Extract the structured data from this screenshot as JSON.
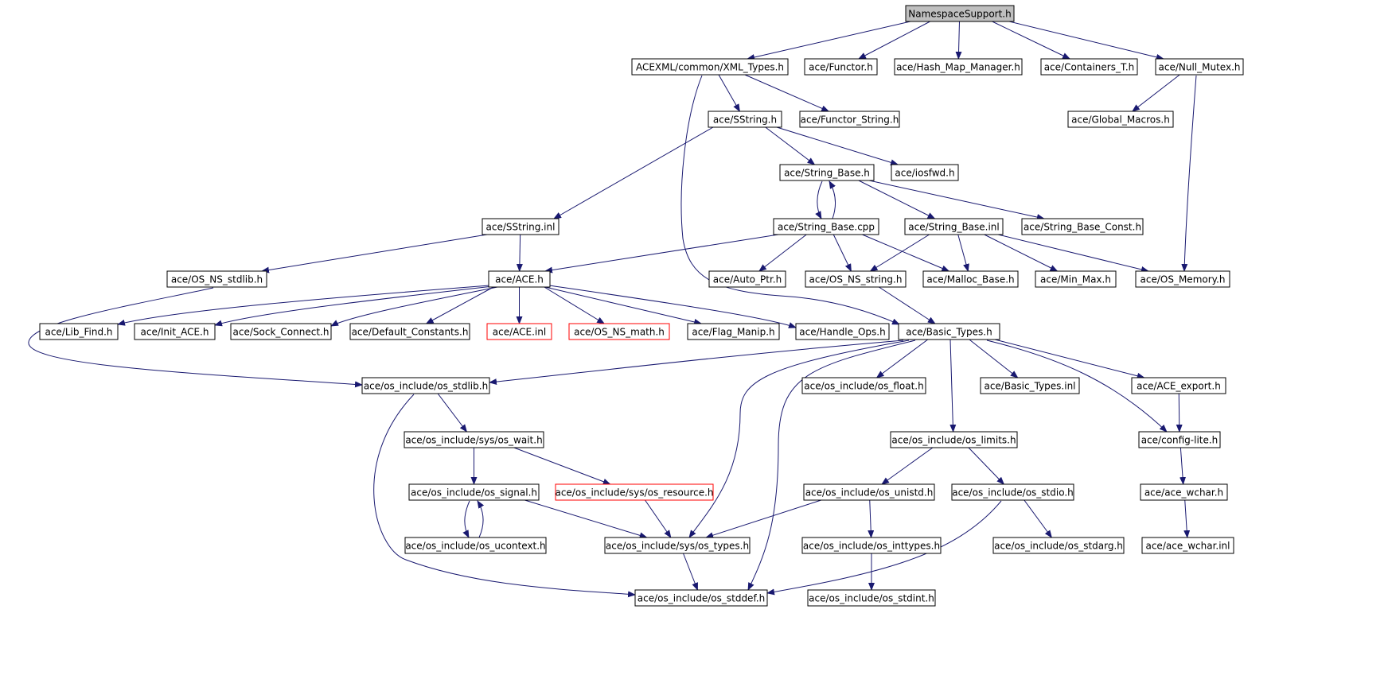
{
  "diagram": {
    "type": "include-dependency-graph",
    "colors": {
      "edge": "#191970",
      "root_fill": "#bfbfbf",
      "node_border": "#000000",
      "missing_border": "#ff0000"
    },
    "nodes": [
      {
        "id": "n_root",
        "label": "NamespaceSupport.h",
        "kind": "root"
      },
      {
        "id": "n_xmltypes",
        "label": "ACEXML/common/XML_Types.h"
      },
      {
        "id": "n_functor",
        "label": "ace/Functor.h"
      },
      {
        "id": "n_hashmap",
        "label": "ace/Hash_Map_Manager.h"
      },
      {
        "id": "n_containers",
        "label": "ace/Containers_T.h"
      },
      {
        "id": "n_nullmutex",
        "label": "ace/Null_Mutex.h"
      },
      {
        "id": "n_sstring",
        "label": "ace/SString.h"
      },
      {
        "id": "n_functorstr",
        "label": "ace/Functor_String.h"
      },
      {
        "id": "n_globalmacros",
        "label": "ace/Global_Macros.h"
      },
      {
        "id": "n_strbase",
        "label": "ace/String_Base.h"
      },
      {
        "id": "n_iosfwd",
        "label": "ace/iosfwd.h"
      },
      {
        "id": "n_sstringinl",
        "label": "ace/SString.inl"
      },
      {
        "id": "n_strbasecpp",
        "label": "ace/String_Base.cpp"
      },
      {
        "id": "n_strbaseinl",
        "label": "ace/String_Base.inl"
      },
      {
        "id": "n_strbaseconst",
        "label": "ace/String_Base_Const.h"
      },
      {
        "id": "n_osnsstdlib",
        "label": "ace/OS_NS_stdlib.h"
      },
      {
        "id": "n_ace",
        "label": "ace/ACE.h"
      },
      {
        "id": "n_autoptr",
        "label": "ace/Auto_Ptr.h"
      },
      {
        "id": "n_osnsstring",
        "label": "ace/OS_NS_string.h"
      },
      {
        "id": "n_mallocbase",
        "label": "ace/Malloc_Base.h"
      },
      {
        "id": "n_minmax",
        "label": "ace/Min_Max.h"
      },
      {
        "id": "n_osmemory",
        "label": "ace/OS_Memory.h"
      },
      {
        "id": "n_libfind",
        "label": "ace/Lib_Find.h"
      },
      {
        "id": "n_initace",
        "label": "ace/Init_ACE.h"
      },
      {
        "id": "n_sockconnect",
        "label": "ace/Sock_Connect.h"
      },
      {
        "id": "n_defconst",
        "label": "ace/Default_Constants.h"
      },
      {
        "id": "n_aceinl",
        "label": "ace/ACE.inl",
        "kind": "missing"
      },
      {
        "id": "n_osnsmath",
        "label": "ace/OS_NS_math.h",
        "kind": "missing"
      },
      {
        "id": "n_flagmanip",
        "label": "ace/Flag_Manip.h"
      },
      {
        "id": "n_handleops",
        "label": "ace/Handle_Ops.h"
      },
      {
        "id": "n_basictypes",
        "label": "ace/Basic_Types.h"
      },
      {
        "id": "n_osstdlib",
        "label": "ace/os_include/os_stdlib.h"
      },
      {
        "id": "n_osfloat",
        "label": "ace/os_include/os_float.h"
      },
      {
        "id": "n_basictypesinl",
        "label": "ace/Basic_Types.inl"
      },
      {
        "id": "n_aceexport",
        "label": "ace/ACE_export.h"
      },
      {
        "id": "n_oswait",
        "label": "ace/os_include/sys/os_wait.h"
      },
      {
        "id": "n_oslimits",
        "label": "ace/os_include/os_limits.h"
      },
      {
        "id": "n_configlite",
        "label": "ace/config-lite.h"
      },
      {
        "id": "n_ossignal",
        "label": "ace/os_include/os_signal.h"
      },
      {
        "id": "n_osresource",
        "label": "ace/os_include/sys/os_resource.h",
        "kind": "missing"
      },
      {
        "id": "n_osunistd",
        "label": "ace/os_include/os_unistd.h"
      },
      {
        "id": "n_osstdio",
        "label": "ace/os_include/os_stdio.h"
      },
      {
        "id": "n_acewchar",
        "label": "ace/ace_wchar.h"
      },
      {
        "id": "n_osucontext",
        "label": "ace/os_include/os_ucontext.h"
      },
      {
        "id": "n_ostypes",
        "label": "ace/os_include/sys/os_types.h"
      },
      {
        "id": "n_osinttypes",
        "label": "ace/os_include/os_inttypes.h"
      },
      {
        "id": "n_osstdarg",
        "label": "ace/os_include/os_stdarg.h"
      },
      {
        "id": "n_acewcharinl",
        "label": "ace/ace_wchar.inl"
      },
      {
        "id": "n_osstddef",
        "label": "ace/os_include/os_stddef.h"
      },
      {
        "id": "n_osstdint",
        "label": "ace/os_include/os_stdint.h"
      }
    ],
    "edges": [
      [
        "n_root",
        "n_xmltypes"
      ],
      [
        "n_root",
        "n_functor"
      ],
      [
        "n_root",
        "n_hashmap"
      ],
      [
        "n_root",
        "n_containers"
      ],
      [
        "n_root",
        "n_nullmutex"
      ],
      [
        "n_xmltypes",
        "n_sstring"
      ],
      [
        "n_xmltypes",
        "n_functorstr"
      ],
      [
        "n_xmltypes",
        "n_basictypes"
      ],
      [
        "n_nullmutex",
        "n_globalmacros"
      ],
      [
        "n_nullmutex",
        "n_osmemory"
      ],
      [
        "n_sstring",
        "n_sstringinl"
      ],
      [
        "n_sstring",
        "n_strbase"
      ],
      [
        "n_sstring",
        "n_iosfwd"
      ],
      [
        "n_strbase",
        "n_strbasecpp"
      ],
      [
        "n_strbasecpp",
        "n_strbase"
      ],
      [
        "n_strbase",
        "n_strbaseinl"
      ],
      [
        "n_strbase",
        "n_strbaseconst"
      ],
      [
        "n_sstringinl",
        "n_osnsstdlib"
      ],
      [
        "n_sstringinl",
        "n_ace"
      ],
      [
        "n_strbasecpp",
        "n_ace"
      ],
      [
        "n_strbasecpp",
        "n_autoptr"
      ],
      [
        "n_strbasecpp",
        "n_osnsstring"
      ],
      [
        "n_strbasecpp",
        "n_mallocbase"
      ],
      [
        "n_strbaseinl",
        "n_osnsstring"
      ],
      [
        "n_strbaseinl",
        "n_mallocbase"
      ],
      [
        "n_strbaseinl",
        "n_minmax"
      ],
      [
        "n_strbaseinl",
        "n_osmemory"
      ],
      [
        "n_osnsstdlib",
        "n_osstdlib"
      ],
      [
        "n_ace",
        "n_libfind"
      ],
      [
        "n_ace",
        "n_initace"
      ],
      [
        "n_ace",
        "n_sockconnect"
      ],
      [
        "n_ace",
        "n_defconst"
      ],
      [
        "n_ace",
        "n_aceinl"
      ],
      [
        "n_ace",
        "n_osnsmath"
      ],
      [
        "n_ace",
        "n_flagmanip"
      ],
      [
        "n_ace",
        "n_handleops"
      ],
      [
        "n_osnsstring",
        "n_basictypes"
      ],
      [
        "n_basictypes",
        "n_osstdlib"
      ],
      [
        "n_basictypes",
        "n_ostypes"
      ],
      [
        "n_basictypes",
        "n_osstddef"
      ],
      [
        "n_basictypes",
        "n_osfloat"
      ],
      [
        "n_basictypes",
        "n_oslimits"
      ],
      [
        "n_basictypes",
        "n_basictypesinl"
      ],
      [
        "n_basictypes",
        "n_configlite"
      ],
      [
        "n_basictypes",
        "n_aceexport"
      ],
      [
        "n_aceexport",
        "n_configlite"
      ],
      [
        "n_osstdlib",
        "n_oswait"
      ],
      [
        "n_osstdlib",
        "n_osstddef"
      ],
      [
        "n_oswait",
        "n_ossignal"
      ],
      [
        "n_oswait",
        "n_osresource"
      ],
      [
        "n_ossignal",
        "n_osucontext"
      ],
      [
        "n_osucontext",
        "n_ossignal"
      ],
      [
        "n_ossignal",
        "n_ostypes"
      ],
      [
        "n_osresource",
        "n_ostypes"
      ],
      [
        "n_oslimits",
        "n_osunistd"
      ],
      [
        "n_oslimits",
        "n_osstdio"
      ],
      [
        "n_osunistd",
        "n_ostypes"
      ],
      [
        "n_osunistd",
        "n_osinttypes"
      ],
      [
        "n_osstdio",
        "n_osstdarg"
      ],
      [
        "n_osstdio",
        "n_osstddef"
      ],
      [
        "n_osinttypes",
        "n_osstdint"
      ],
      [
        "n_ostypes",
        "n_osstddef"
      ],
      [
        "n_configlite",
        "n_acewchar"
      ],
      [
        "n_acewchar",
        "n_acewcharinl"
      ]
    ]
  }
}
